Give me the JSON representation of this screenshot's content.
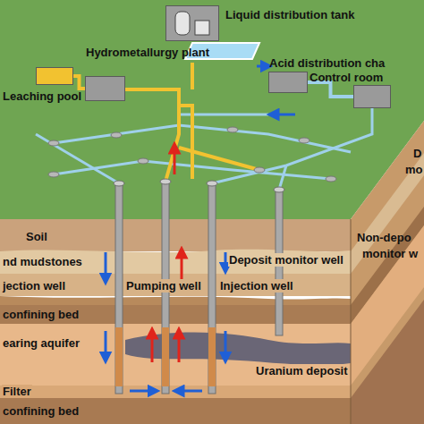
{
  "diagram": {
    "nodes": [
      {
        "text": [
          "Liquid distribution tank"
        ]
      },
      {
        "text": [
          "Acid distribution cha"
        ]
      },
      {
        "text": [
          "Control room"
        ]
      },
      {
        "text": [
          "Hydrometallurgy plant"
        ]
      },
      {
        "text": [
          "Leaching pool"
        ]
      }
    ],
    "edges": [
      {
        "from": 4,
        "to": 3,
        "arrow": "none"
      },
      {
        "from": 1,
        "to": 2,
        "arrow": "none"
      }
    ],
    "labels": [
      "Soil",
      "nd mudstones",
      "Deposit monitor well",
      "jection well",
      "Pumping well",
      "Injection well",
      "confining bed",
      "earing aquifer",
      "Uranium deposit",
      "Filter",
      "confining bed",
      "Non-depo",
      "monitor w",
      "D",
      "mo"
    ]
  }
}
